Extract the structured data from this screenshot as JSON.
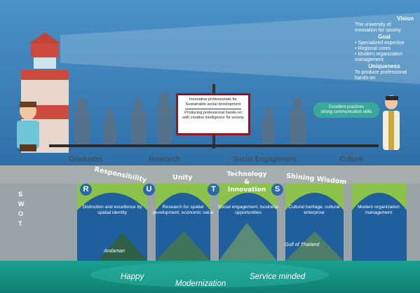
{
  "vision": {
    "vision_title": "Vision",
    "vision_text": "The university of innovation for society",
    "goal_title": "Goal",
    "goals": [
      "Specialized expertise",
      "Regional cores",
      "Modern organization management"
    ],
    "uniqueness_title": "Uniqueness",
    "uniqueness_text": "To produce professional hands-on"
  },
  "sign": {
    "line1": "Innovative professionals for",
    "line2": "Sustainable social development",
    "line3": "Producing professional hands-on",
    "line4": "with creative intelligence for society"
  },
  "bubble": {
    "line1": "Excellent practices",
    "line2": "strong communication skills"
  },
  "deck_labels": [
    "Graduates",
    "Research",
    "Social Engagement",
    "Culture"
  ],
  "values": [
    {
      "letter": "R",
      "label": "Responsibility",
      "desc": "Distinction and excellence by spatial identity"
    },
    {
      "letter": "U",
      "label": "Unity",
      "desc": "Research for spatial development, economic value"
    },
    {
      "letter": "T",
      "label": "Technology & Innovation",
      "desc": "Social engagement, business opportunities"
    },
    {
      "letter": "S",
      "label": "Shining Wisdom",
      "desc": "Cultural heritage, cultural enterprise"
    },
    {
      "letter": "",
      "label": "",
      "desc": "Modern organization management"
    }
  ],
  "swot": [
    "S",
    "W",
    "O",
    "T"
  ],
  "places": {
    "west": "Andaman",
    "east": "Gulf of Thailand"
  },
  "bottom": {
    "left": "Happy",
    "center": "Modernization",
    "right": "Service minded"
  },
  "colors": {
    "sky": "#3f86c0",
    "bridge": "#9aa4a6",
    "water": "#1a9a8c",
    "green": "#8bc34a",
    "sign_border": "#8a1c1c",
    "circle": "#2a6aa8"
  }
}
